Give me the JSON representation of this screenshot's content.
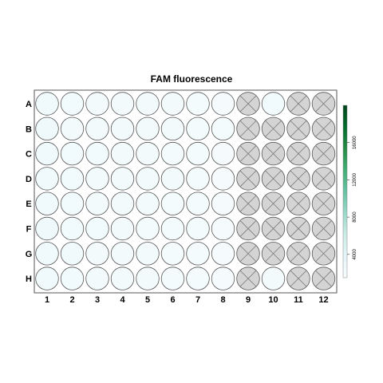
{
  "chart_data": {
    "type": "heatmap",
    "title": "FAM fluorescence",
    "rows": [
      "A",
      "B",
      "C",
      "D",
      "E",
      "F",
      "G",
      "H"
    ],
    "columns": [
      "1",
      "2",
      "3",
      "4",
      "5",
      "6",
      "7",
      "8",
      "9",
      "10",
      "11",
      "12"
    ],
    "empty_wells": [
      "A9",
      "A11",
      "A12",
      "B9",
      "B10",
      "B11",
      "B12",
      "C9",
      "C10",
      "C11",
      "C12",
      "D9",
      "D10",
      "D11",
      "D12",
      "E9",
      "E10",
      "E11",
      "E12",
      "F9",
      "F10",
      "F11",
      "F12",
      "G9",
      "G10",
      "G11",
      "G12",
      "H9",
      "H11",
      "H12"
    ],
    "values": [
      [
        2400,
        2300,
        2200,
        2150,
        2100,
        2000,
        1900,
        1800,
        null,
        2300,
        null,
        null
      ],
      [
        2500,
        2200,
        2100,
        2050,
        2150,
        2000,
        1900,
        1850,
        null,
        null,
        null,
        null
      ],
      [
        2400,
        2300,
        2250,
        2100,
        2000,
        1950,
        1900,
        1800,
        null,
        null,
        null,
        null
      ],
      [
        2450,
        2300,
        2200,
        2150,
        2050,
        2000,
        1850,
        1800,
        null,
        null,
        null,
        null
      ],
      [
        2400,
        2250,
        2150,
        2100,
        2000,
        1950,
        1850,
        1750,
        null,
        null,
        null,
        null
      ],
      [
        2500,
        2300,
        2250,
        2100,
        1950,
        1900,
        1850,
        1750,
        null,
        null,
        null,
        null
      ],
      [
        2450,
        2350,
        2200,
        2150,
        2050,
        1900,
        1850,
        1750,
        null,
        null,
        null,
        null
      ],
      [
        2400,
        2300,
        2200,
        2100,
        2000,
        1950,
        1850,
        1800,
        null,
        2200,
        null,
        null
      ]
    ],
    "colorbar": {
      "ticks": [
        4000,
        8000,
        12000,
        16000
      ],
      "range": [
        1500,
        20000
      ],
      "colors": [
        "#f7fcfd",
        "#e5f5f9",
        "#ccece6",
        "#99d8c9",
        "#66c2a4",
        "#41ae76",
        "#238b45",
        "#006d2c",
        "#00441b"
      ]
    },
    "empty_fill": "#d4d4d4",
    "empty_stroke": "#7a7a7a"
  }
}
